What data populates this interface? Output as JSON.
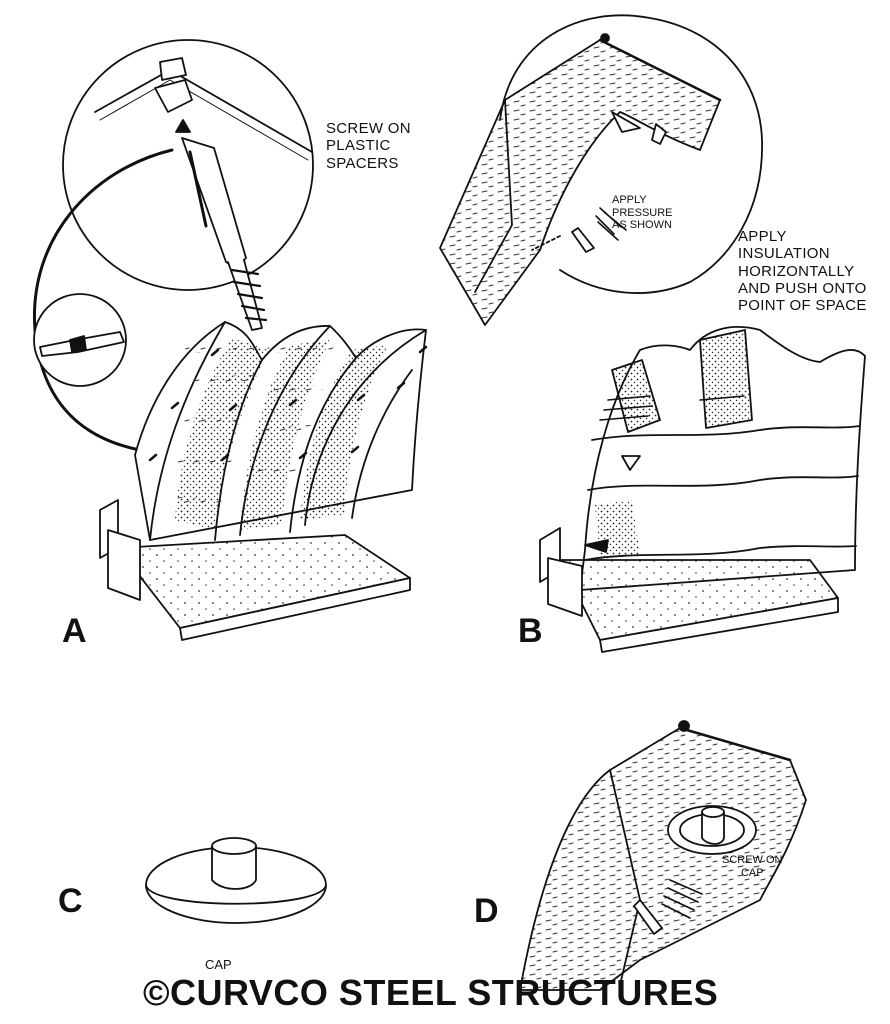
{
  "panels": {
    "a": {
      "letter": "A",
      "callout": "SCREW ON\nPLASTIC\nSPACERS"
    },
    "b": {
      "letter": "B",
      "callout_pressure": "APPLY\nPRESSURE\nAS SHOWN",
      "callout_main": "APPLY\nINSULATION\nHORIZONTALLY\nAND PUSH ONTO\nPOINT OF SPACE"
    },
    "c": {
      "letter": "C",
      "caption": "CAP"
    },
    "d": {
      "letter": "D",
      "callout": "SCREW ON\nCAP"
    }
  },
  "footer": {
    "copyright": "©CURVCO STEEL STRUCTURES"
  }
}
